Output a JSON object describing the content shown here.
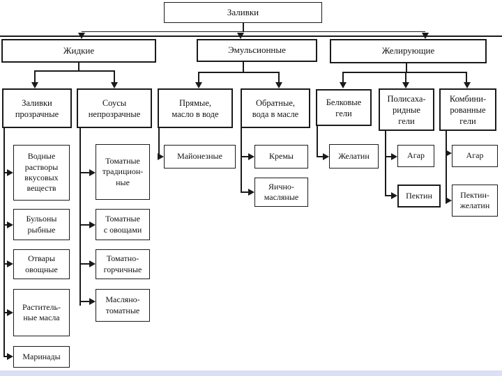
{
  "page": {
    "type": "presentation-slide-flowchart",
    "colors": {
      "line": "#1a1a1a",
      "background": "#ffffff",
      "footer_band": "#dbe0f7"
    }
  },
  "diagram": {
    "root": {
      "label": "Заливки"
    },
    "branches": [
      {
        "label": "Жидкие",
        "children": [
          {
            "label": "Заливки\nпрозрачные",
            "leaves": [
              "Водные\nрастворы\nвкусовых\nвеществ",
              "Бульоны\nрыбные",
              "Отвары\nовощные",
              "Раститель-\nные масла",
              "Маринады"
            ]
          },
          {
            "label": "Соусы\nнепрозрачные",
            "leaves": [
              "Томатные\nтрадицион-\nные",
              "Томатные\nс овощами",
              "Томатно-\nгорчичные",
              "Масляно-\nтоматные"
            ]
          }
        ]
      },
      {
        "label": "Эмульсионные",
        "children": [
          {
            "label": "Прямые,\nмасло в воде",
            "leaves": [
              "Майонезные"
            ]
          },
          {
            "label": "Обратные,\nвода в масле",
            "leaves": [
              "Кремы",
              "Яично-\nмасляные"
            ]
          }
        ]
      },
      {
        "label": "Желирующие",
        "children": [
          {
            "label": "Белковые\nгели",
            "leaves": [
              "Желатин"
            ]
          },
          {
            "label": "Полисаха-\nридные\nгели",
            "leaves": [
              "Агар",
              "Пектин"
            ]
          },
          {
            "label": "Комбини-\nрованные\nгели",
            "leaves": [
              "Агар",
              "Пектин-\nжелатин"
            ]
          }
        ]
      }
    ]
  }
}
